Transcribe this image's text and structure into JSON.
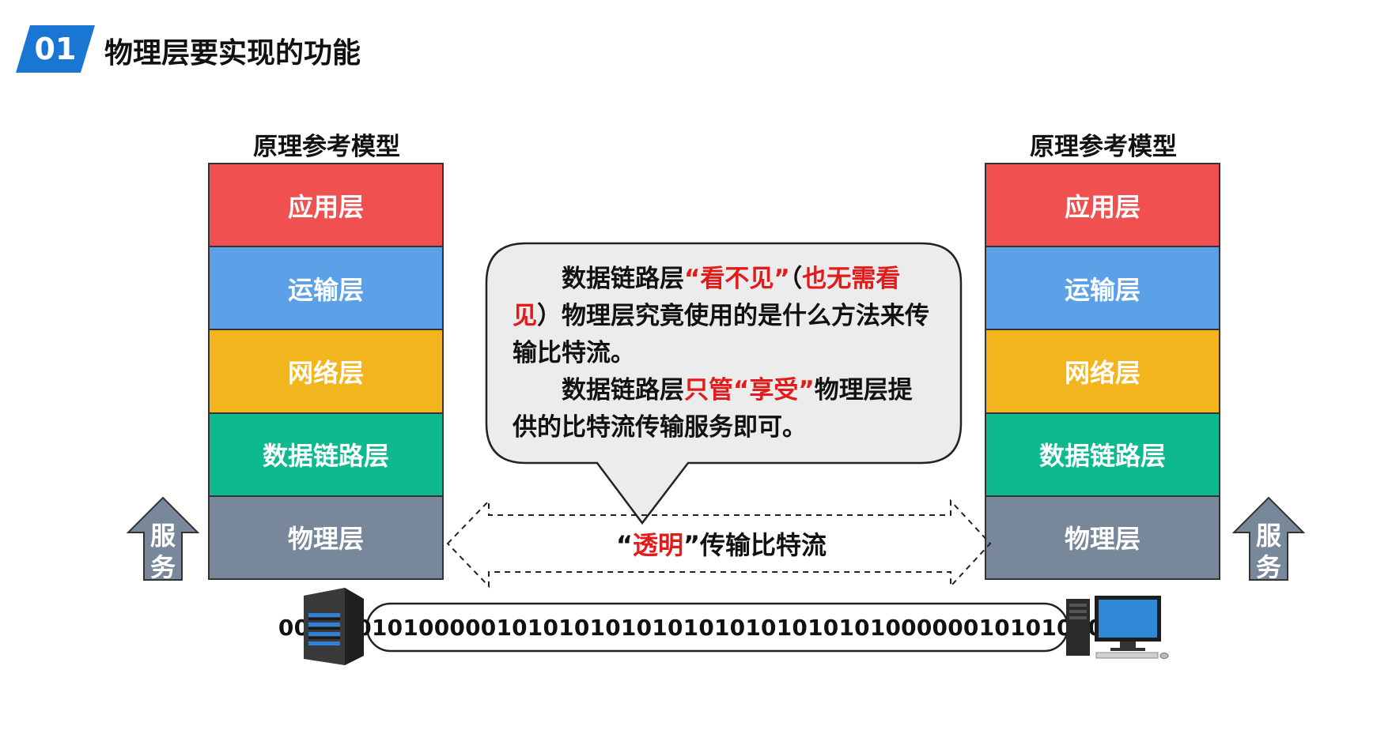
{
  "header": {
    "number": "01",
    "title": "物理层要实现的功能"
  },
  "left_stack": {
    "title": "原理参考模型",
    "layers": [
      {
        "label": "应用层",
        "color": "#f05050"
      },
      {
        "label": "运输层",
        "color": "#5ca0e8"
      },
      {
        "label": "网络层",
        "color": "#f3b51e"
      },
      {
        "label": "数据链路层",
        "color": "#0fb98e"
      },
      {
        "label": "物理层",
        "color": "#78889a"
      }
    ]
  },
  "right_stack": {
    "title": "原理参考模型",
    "layers": [
      {
        "label": "应用层",
        "color": "#f05050"
      },
      {
        "label": "运输层",
        "color": "#5ca0e8"
      },
      {
        "label": "网络层",
        "color": "#f3b51e"
      },
      {
        "label": "数据链路层",
        "color": "#0fb98e"
      },
      {
        "label": "物理层",
        "color": "#78889a"
      }
    ]
  },
  "service": {
    "left": [
      "服",
      "务"
    ],
    "right": [
      "服",
      "务"
    ]
  },
  "speech": {
    "p1": {
      "a": "数据链路层",
      "b": "“看不见”",
      "c": "（",
      "d": "也无需看见",
      "e": "）物理层究竟使用的是什么方法来传输比特流。"
    },
    "p2": {
      "a": "数据链路层",
      "b": "只管",
      "c": "“享受”",
      "d": "物理层提供的比特流传输服务即可。"
    }
  },
  "transparent": {
    "q1": "“",
    "word": "透明",
    "rest": "”传输比特流"
  },
  "bitstream": "00101010100000101010101010101010101010100000010101010101",
  "colors": {
    "accent": "#1976d2",
    "highlight": "#e21b1b"
  },
  "icons": {
    "server": "server-icon",
    "computer": "desktop-computer-icon"
  }
}
